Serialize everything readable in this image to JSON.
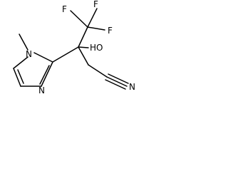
{
  "structure": {
    "atoms": {
      "f1": "F",
      "f2": "F",
      "f3": "F",
      "hydroxyl": "HO",
      "nitrogen_methyl": "N",
      "nitrogen_ring": "N",
      "nitrogen_nitrile": "N"
    },
    "colors": {
      "bond": "#000000",
      "label": "#000000",
      "background": "#ffffff"
    }
  }
}
